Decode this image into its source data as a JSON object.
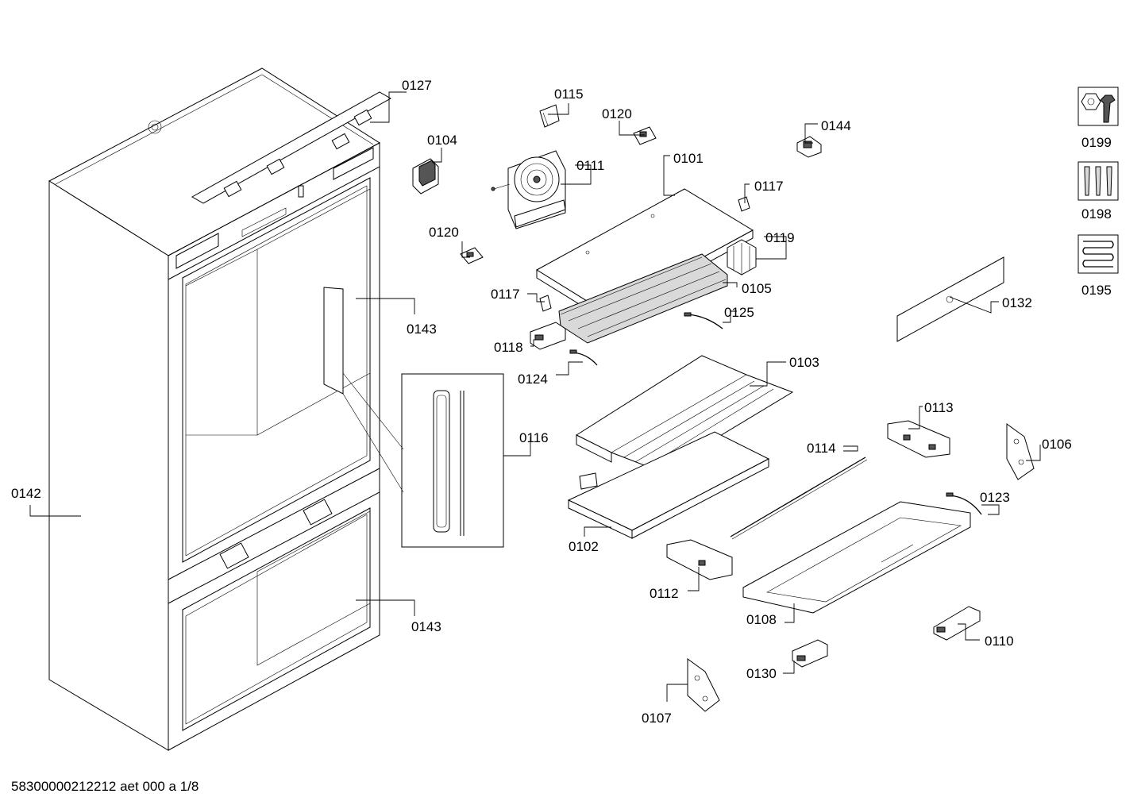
{
  "labels": {
    "p0127": "0127",
    "p0104": "0104",
    "p0115": "0115",
    "p0120a": "0120",
    "p0111": "0111",
    "p0101": "0101",
    "p0144": "0144",
    "p0117a": "0117",
    "p0119": "0119",
    "p0120b": "0120",
    "p0105": "0105",
    "p0117b": "0117",
    "p0125": "0125",
    "p0143a": "0143",
    "p0118": "0118",
    "p0124": "0124",
    "p0103": "0103",
    "p0132": "0132",
    "p0113": "0113",
    "p0116": "0116",
    "p0106": "0106",
    "p0114": "0114",
    "p0142": "0142",
    "p0123": "0123",
    "p0102": "0102",
    "p0112": "0112",
    "p0143b": "0143",
    "p0108": "0108",
    "p0110": "0110",
    "p0130": "0130",
    "p0107": "0107",
    "kit0199": "0199",
    "kit0198": "0198",
    "kit0195": "0195"
  },
  "icons": {
    "kit0199": "wrench-nut-icon",
    "kit0198": "screws-icon",
    "kit0195": "heating-coil-icon"
  },
  "footer": "58300000212212 aet 000 a 1/8"
}
